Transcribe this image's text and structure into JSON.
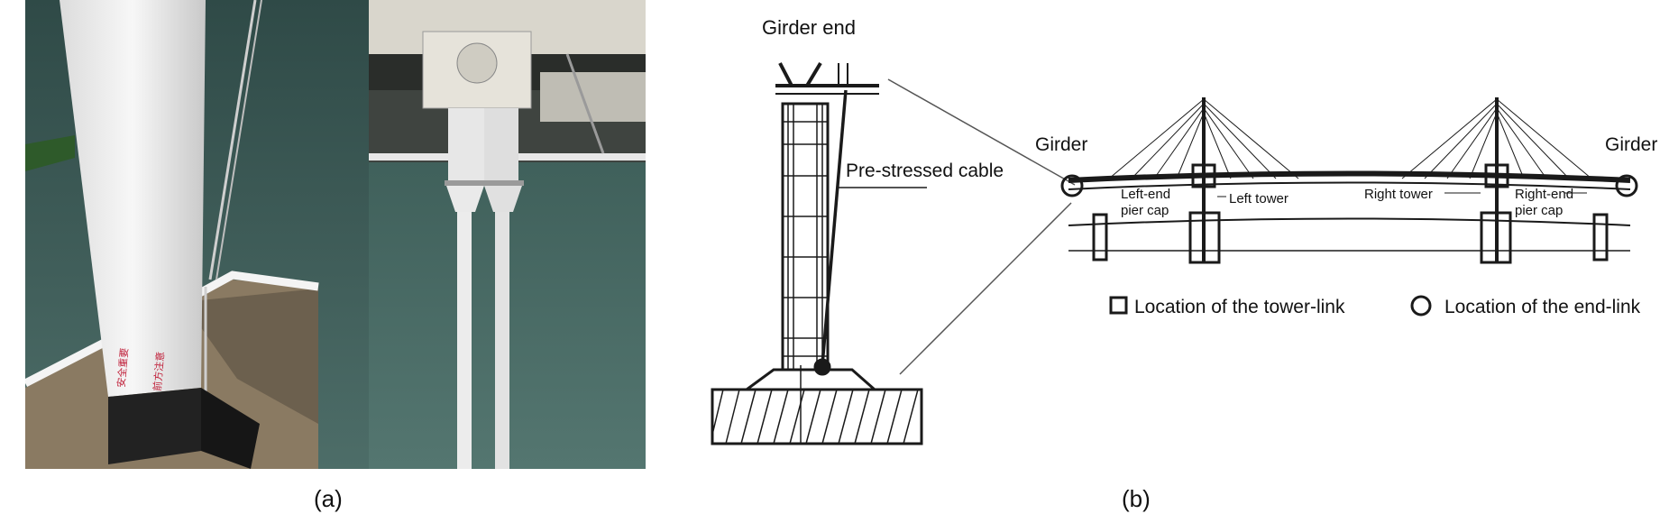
{
  "photos": {
    "left_text_lines": [
      "安全重要",
      "前方注意"
    ]
  },
  "captions": {
    "a": "(a)",
    "b": "(b)"
  },
  "diagram": {
    "girder_end": "Girder end",
    "prestressed_cable": "Pre-stressed cable",
    "girder_left": "Girder",
    "girder_right": "Girder",
    "left_end_pier_cap_1": "Left-end",
    "left_end_pier_cap_2": "pier cap",
    "left_tower": "Left tower",
    "right_tower": "Right tower",
    "right_end_pier_cap_1": "Right-end",
    "right_end_pier_cap_2": "pier cap",
    "legend_tower_link": "Location of the tower-link",
    "legend_end_link": "Location of the end-link"
  },
  "colors": {
    "sea": "#3c5b57",
    "tower": "#eeeeee",
    "deck": "#8a7a62",
    "line": "#1a1a1a"
  }
}
